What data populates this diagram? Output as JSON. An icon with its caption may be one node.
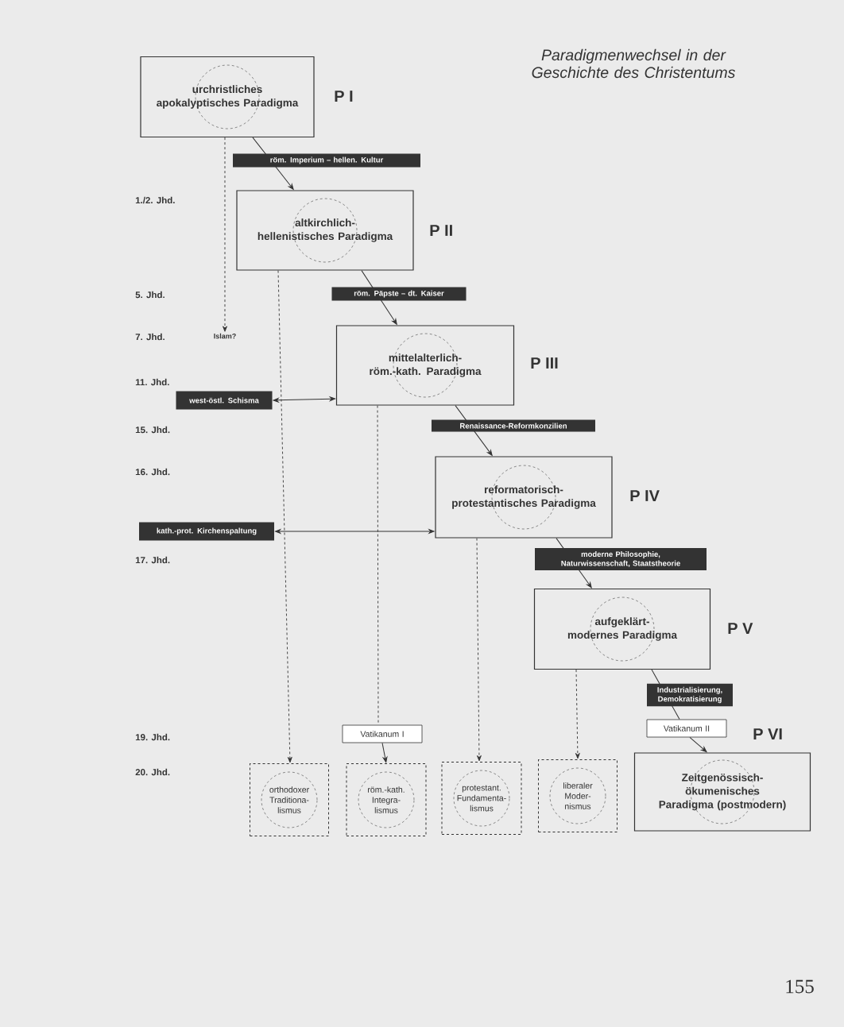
{
  "diagram": {
    "title": "Paradigmenwechsel in der Geschichte des Christentums",
    "nodes": [
      {
        "text": [
          "urchristliches apokalyptisches Paradigma"
        ],
        "beside": [
          "P I"
        ]
      },
      {
        "text": [
          "altkirchlich- hellenistisches Paradigma"
        ],
        "beside": [
          "P II"
        ]
      },
      {
        "text": [
          "Islam?"
        ]
      },
      {
        "text": [
          "west-östl. Schisma"
        ]
      },
      {
        "text": [
          "mittelalterlich- röm.-kath. Paradigma"
        ],
        "beside": [
          "P III"
        ]
      },
      {
        "text": [
          "kath.-prot. Kirchenspaltung"
        ]
      },
      {
        "text": [
          "reformatorisch- protestantisches Paradigma"
        ],
        "beside": [
          "P IV"
        ]
      },
      {
        "text": [
          "aufgeklärt-modernes Paradigma"
        ],
        "beside": [
          "P V"
        ]
      },
      {
        "text": [
          "Vatikanum I"
        ]
      },
      {
        "text": [
          "Vatikanum II"
        ]
      },
      {
        "text": [
          "orthodoxer Traditiona- lismus"
        ]
      },
      {
        "text": [
          "röm.-kath. Integra- lismus"
        ]
      },
      {
        "text": [
          "protestant. Fundamenta- lismus"
        ]
      },
      {
        "text": [
          "liberaler Moder- nismus"
        ]
      },
      {
        "text": [
          "Zeitgenössisch- ökumenisches Paradigma (postmodern)"
        ],
        "beside": [
          "P VI"
        ]
      }
    ],
    "edges": [
      {
        "from": 0,
        "to": 1,
        "arrow": "to",
        "label": "röm. Imperium – hellen. Kultur"
      },
      {
        "from": 0,
        "to": 2,
        "arrow": "to",
        "style": "dashed"
      },
      {
        "from": 1,
        "to": 4,
        "arrow": "to",
        "label": "röm. Päpste – dt. Kaiser"
      },
      {
        "from": 1,
        "to": 10,
        "arrow": "to",
        "style": "dashed"
      },
      {
        "from": 3,
        "to": 4,
        "arrow": "both"
      },
      {
        "from": 4,
        "to": 6,
        "arrow": "to",
        "label": "Renaissance-Reformkonzilien"
      },
      {
        "from": 4,
        "to": 8,
        "arrow": "none",
        "style": "dashed"
      },
      {
        "from": 8,
        "to": 11,
        "arrow": "to"
      },
      {
        "from": 5,
        "to": 6,
        "arrow": "both"
      },
      {
        "from": 6,
        "to": 7,
        "arrow": "to",
        "label": "moderne Philosophie, Naturwissenschaft, Staatstheorie"
      },
      {
        "from": 6,
        "to": 12,
        "arrow": "to",
        "style": "dashed"
      },
      {
        "from": 7,
        "to": 13,
        "arrow": "to",
        "style": "dashed"
      },
      {
        "from": 7,
        "to": 9,
        "arrow": "none",
        "label": "Industrialisierung, Demokratisierung"
      },
      {
        "from": 9,
        "to": 14,
        "arrow": "to"
      }
    ],
    "labels": [
      "1./2. Jhd.",
      "5. Jhd.",
      "7. Jhd.",
      "11. Jhd.",
      "15. Jhd.",
      "16. Jhd.",
      "17. Jhd.",
      "19. Jhd.",
      "20. Jhd.",
      "155"
    ]
  }
}
